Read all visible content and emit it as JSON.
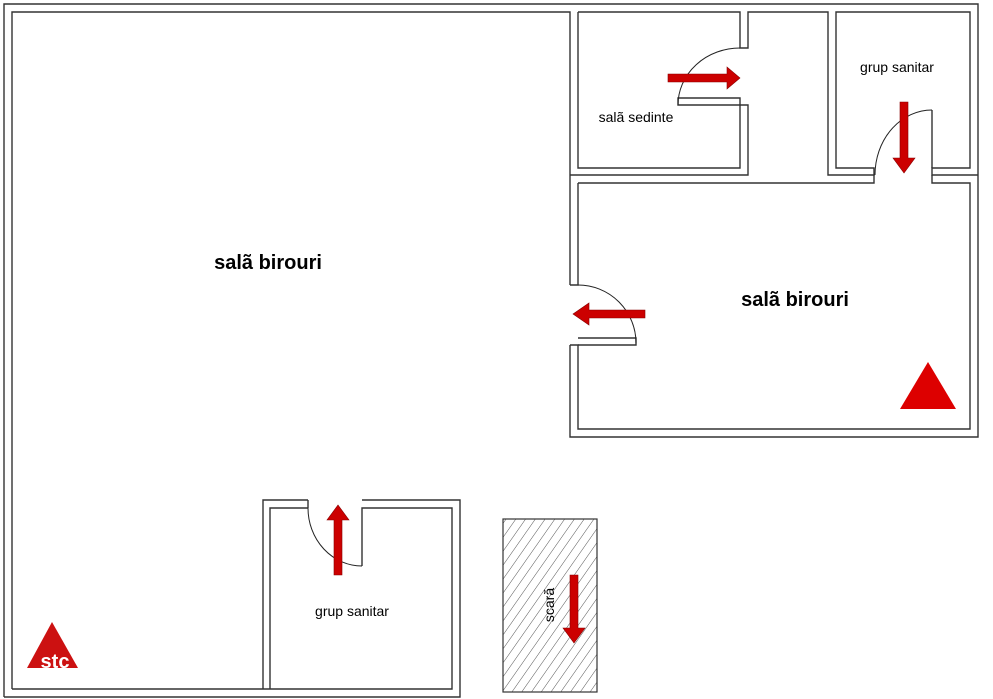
{
  "rooms": {
    "office_left": "salã birouri",
    "office_right": "salã birouri",
    "meeting_room": "salã sedinte",
    "restroom_top": "grup sanitar",
    "restroom_bottom": "grup sanitar",
    "stairs": "scară"
  },
  "logo": {
    "text": "stc"
  },
  "colors": {
    "arrow": "#cc0000",
    "wall": "#333333",
    "marker": "#dd0000"
  }
}
